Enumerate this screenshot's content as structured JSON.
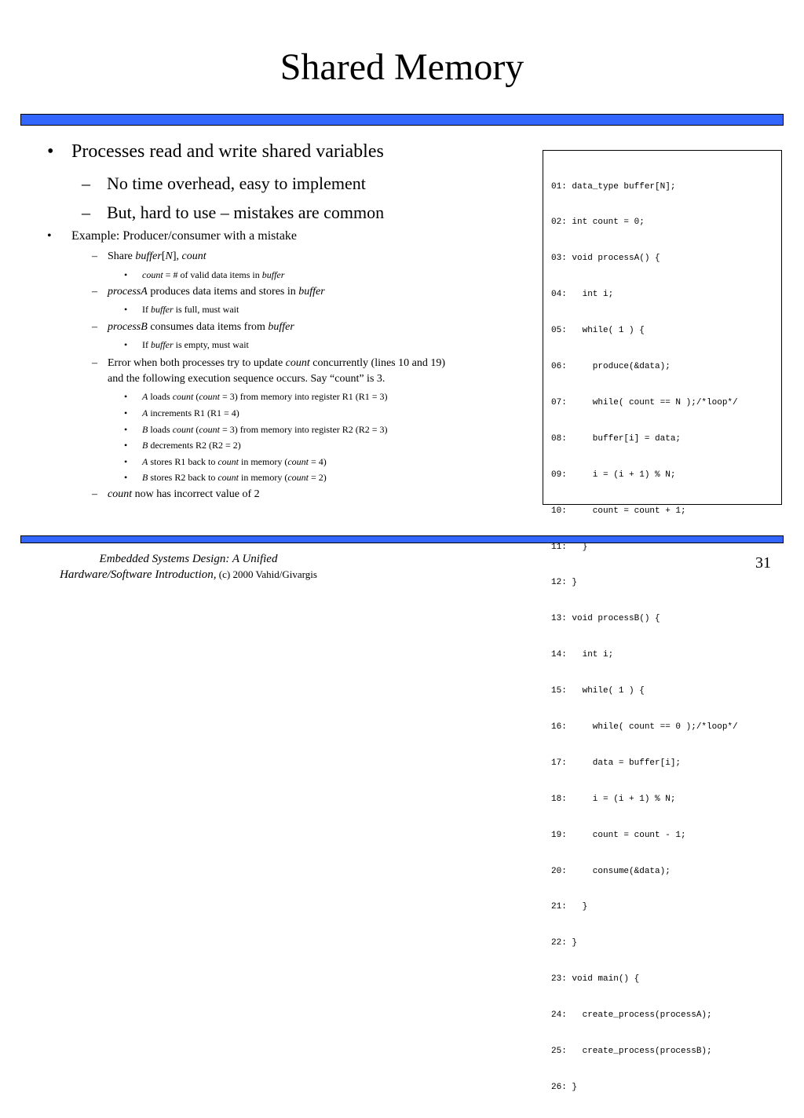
{
  "slide": {
    "title": "Shared Memory",
    "page_number": "31",
    "accent_color": "#3366ff"
  },
  "bullets": {
    "b1": "Processes read and write shared variables",
    "b1_1": "No time overhead, easy to implement",
    "b1_2": "But, hard to use – mistakes are common",
    "b2": "Example: Producer/consumer with a mistake",
    "share_prefix": "Share ",
    "buffer": "buffer",
    "bracket_open": "[",
    "N": "N",
    "bracket_close": "], ",
    "count": "count",
    "count_desc": " = # of valid data items in ",
    "processA": "processA",
    "processA_desc": " produces data items and stores in ",
    "if_prefix": "If ",
    "full_suffix": " is full, must wait",
    "processB": "processB",
    "processB_desc": " consumes data items from ",
    "empty_suffix": " is empty, must wait",
    "error_prefix": "Error when both processes try to update ",
    "error_suffix": " concurrently (lines 10 and 19)",
    "error_line2": "and the following execution sequence occurs. Say “count” is 3.",
    "A": "A",
    "B": "B",
    "loads": " loads ",
    "open_paren": " (",
    "eq3_from_R1": " = 3) from memory into register R1 (R1 = 3)",
    "eq3_from_R2": " = 3) from memory into register R2 (R2 = 3)",
    "inc_R1": " increments R1 (R1 = 4)",
    "dec_R2": " decrements R2 (R2 = 2)",
    "stores_R1": " stores R1 back to ",
    "stores_R2": " stores R2 back to ",
    "in_memory": " in memory (",
    "eq4_close": " = 4)",
    "eq2_close": " = 2)",
    "incorrect": " now has incorrect value of 2",
    "bullet_mark": "•",
    "dash_mark": "–"
  },
  "code": {
    "lines": [
      "01: data_type buffer[N];",
      "02: int count = 0;",
      "03: void processA() {",
      "04:   int i;",
      "05:   while( 1 ) {",
      "06:     produce(&data);",
      "07:     while( count == N );/*loop*/",
      "08:     buffer[i] = data;",
      "09:     i = (i + 1) % N;",
      "10:     count = count + 1;",
      "11:   }",
      "12: }",
      "13: void processB() {",
      "14:   int i;",
      "15:   while( 1 ) {",
      "16:     while( count == 0 );/*loop*/",
      "17:     data = buffer[i];",
      "18:     i = (i + 1) % N;",
      "19:     count = count - 1;",
      "20:     consume(&data);",
      "21:   }",
      "22: }",
      "23: void main() {",
      "24:   create_process(processA);",
      "25:   create_process(processB);",
      "26: }"
    ]
  },
  "footer": {
    "line1": "Embedded Systems Design: A Unified",
    "line2": "Hardware/Software Introduction,",
    "copyright": " (c) 2000 Vahid/Givargis"
  }
}
